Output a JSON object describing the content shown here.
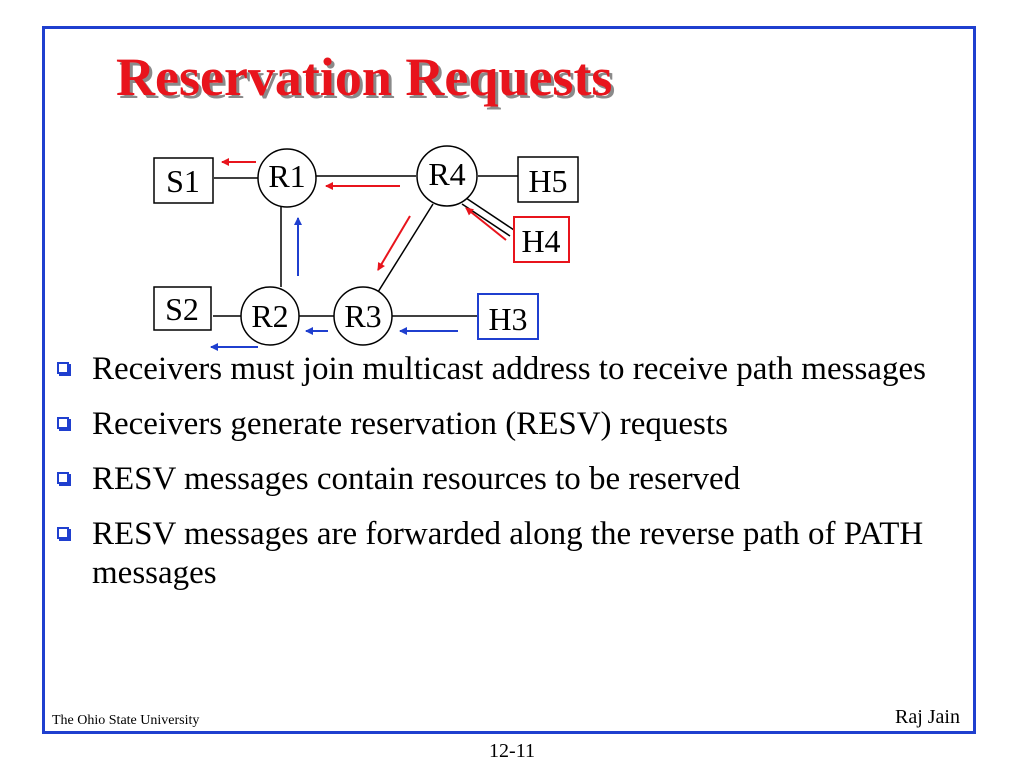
{
  "slide": {
    "title": "Reservation Requests",
    "footer_left": "The Ohio State University",
    "footer_right": "Raj Jain",
    "page_number": "12-11"
  },
  "colors": {
    "frame": "#1f3fcf",
    "title": "#e8141c",
    "resv_arrow": "#e8141c",
    "path_arrow": "#1f3fcf",
    "bullet": "#1f3fcf"
  },
  "diagram": {
    "nodes": [
      {
        "id": "S1",
        "label": "S1",
        "shape": "box"
      },
      {
        "id": "S2",
        "label": "S2",
        "shape": "box"
      },
      {
        "id": "R1",
        "label": "R1",
        "shape": "circle"
      },
      {
        "id": "R2",
        "label": "R2",
        "shape": "circle"
      },
      {
        "id": "R3",
        "label": "R3",
        "shape": "circle"
      },
      {
        "id": "R4",
        "label": "R4",
        "shape": "circle"
      },
      {
        "id": "H3",
        "label": "H3",
        "shape": "box",
        "border": "blue"
      },
      {
        "id": "H4",
        "label": "H4",
        "shape": "box",
        "border": "red"
      },
      {
        "id": "H5",
        "label": "H5",
        "shape": "box"
      }
    ],
    "links": [
      [
        "S1",
        "R1"
      ],
      [
        "R1",
        "R4"
      ],
      [
        "R4",
        "H5"
      ],
      [
        "R4",
        "H4"
      ],
      [
        "R1",
        "R2"
      ],
      [
        "R4",
        "R3"
      ],
      [
        "S2",
        "R2"
      ],
      [
        "R2",
        "R3"
      ],
      [
        "R3",
        "H3"
      ]
    ]
  },
  "bullets": [
    "Receivers must join multicast address to receive path messages",
    "Receivers generate reservation (RESV) requests",
    "RESV messages contain resources to be reserved",
    "RESV messages are forwarded along the reverse path of PATH messages"
  ]
}
